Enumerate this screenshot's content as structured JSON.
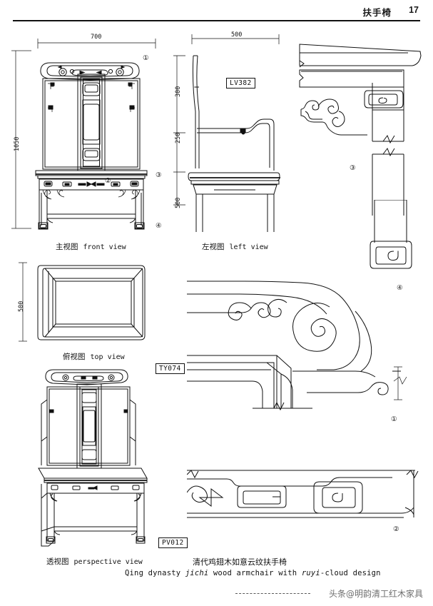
{
  "header": {
    "title": "扶手椅",
    "page_number": "17"
  },
  "views": {
    "front": {
      "cn": "主视图",
      "en": "front view"
    },
    "left": {
      "cn": "左视图",
      "en": "left view"
    },
    "top": {
      "cn": "俯视图",
      "en": "top view"
    },
    "perspective": {
      "cn": "透视图",
      "en": "perspective view"
    }
  },
  "codes": {
    "left_view": "LV382",
    "top_view": "TY074",
    "perspective": "PV012"
  },
  "dimensions": {
    "front_width": "700",
    "front_height": "1050",
    "left_width": "500",
    "left_back_rest": "300",
    "left_arm": "250",
    "left_leg": "500",
    "top_depth": "500"
  },
  "callouts": {
    "one": "①",
    "two": "②",
    "three": "③",
    "four": "④"
  },
  "caption": {
    "cn": "清代鸡翅木如意云纹扶手椅",
    "en_pre": "Qing dynasty ",
    "en_it1": "jichi",
    "en_mid": " wood armchair with ",
    "en_it2": "ruyi",
    "en_post": "-cloud design"
  },
  "footer": {
    "watermark": "头条@明韵清工红木家具"
  }
}
